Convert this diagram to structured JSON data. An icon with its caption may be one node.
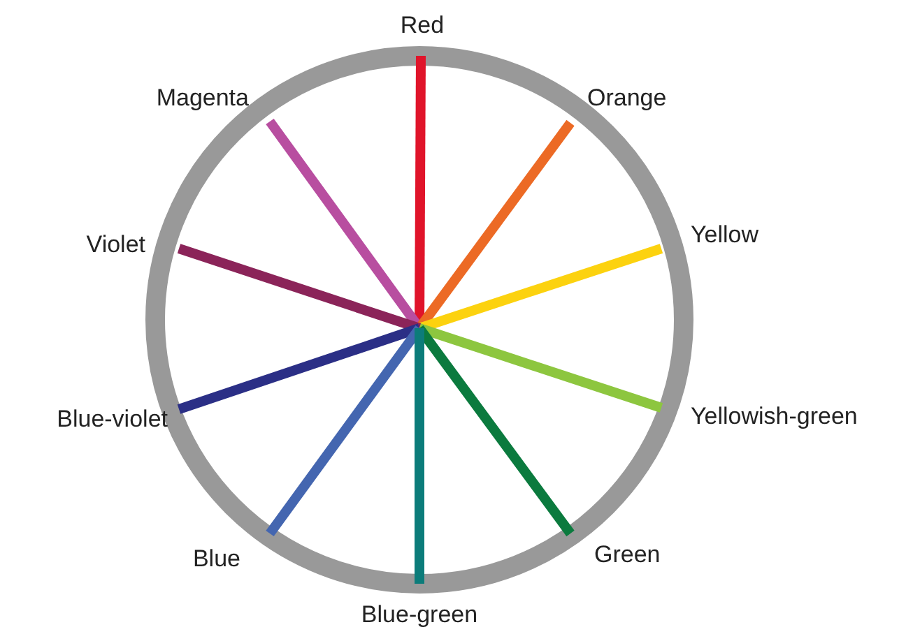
{
  "diagram": {
    "labels": [
      "Red",
      "Magenta",
      "Orange",
      "Yellow",
      "Violet",
      "Yellowish-green",
      "Blue-violet",
      "Blue",
      "Green",
      "Blue-green"
    ]
  }
}
